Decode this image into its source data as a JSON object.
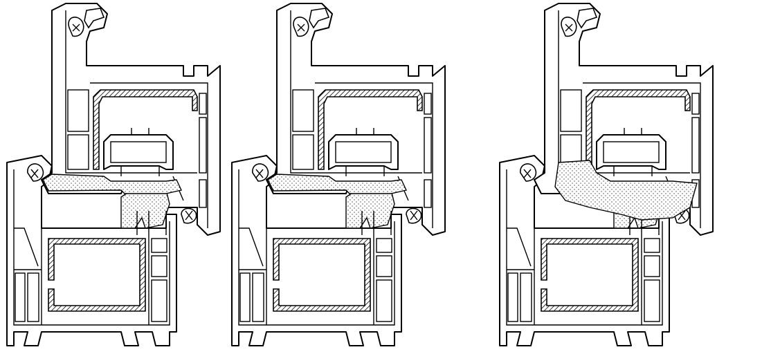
{
  "drawing": {
    "type": "window-profile-cross-sections",
    "profiles": [
      {
        "id": "profile-1",
        "foam_fill": "partial"
      },
      {
        "id": "profile-2",
        "foam_fill": "partial"
      },
      {
        "id": "profile-3",
        "foam_fill": "full"
      }
    ],
    "colors": {
      "line": "#000000",
      "background": "#ffffff"
    }
  }
}
